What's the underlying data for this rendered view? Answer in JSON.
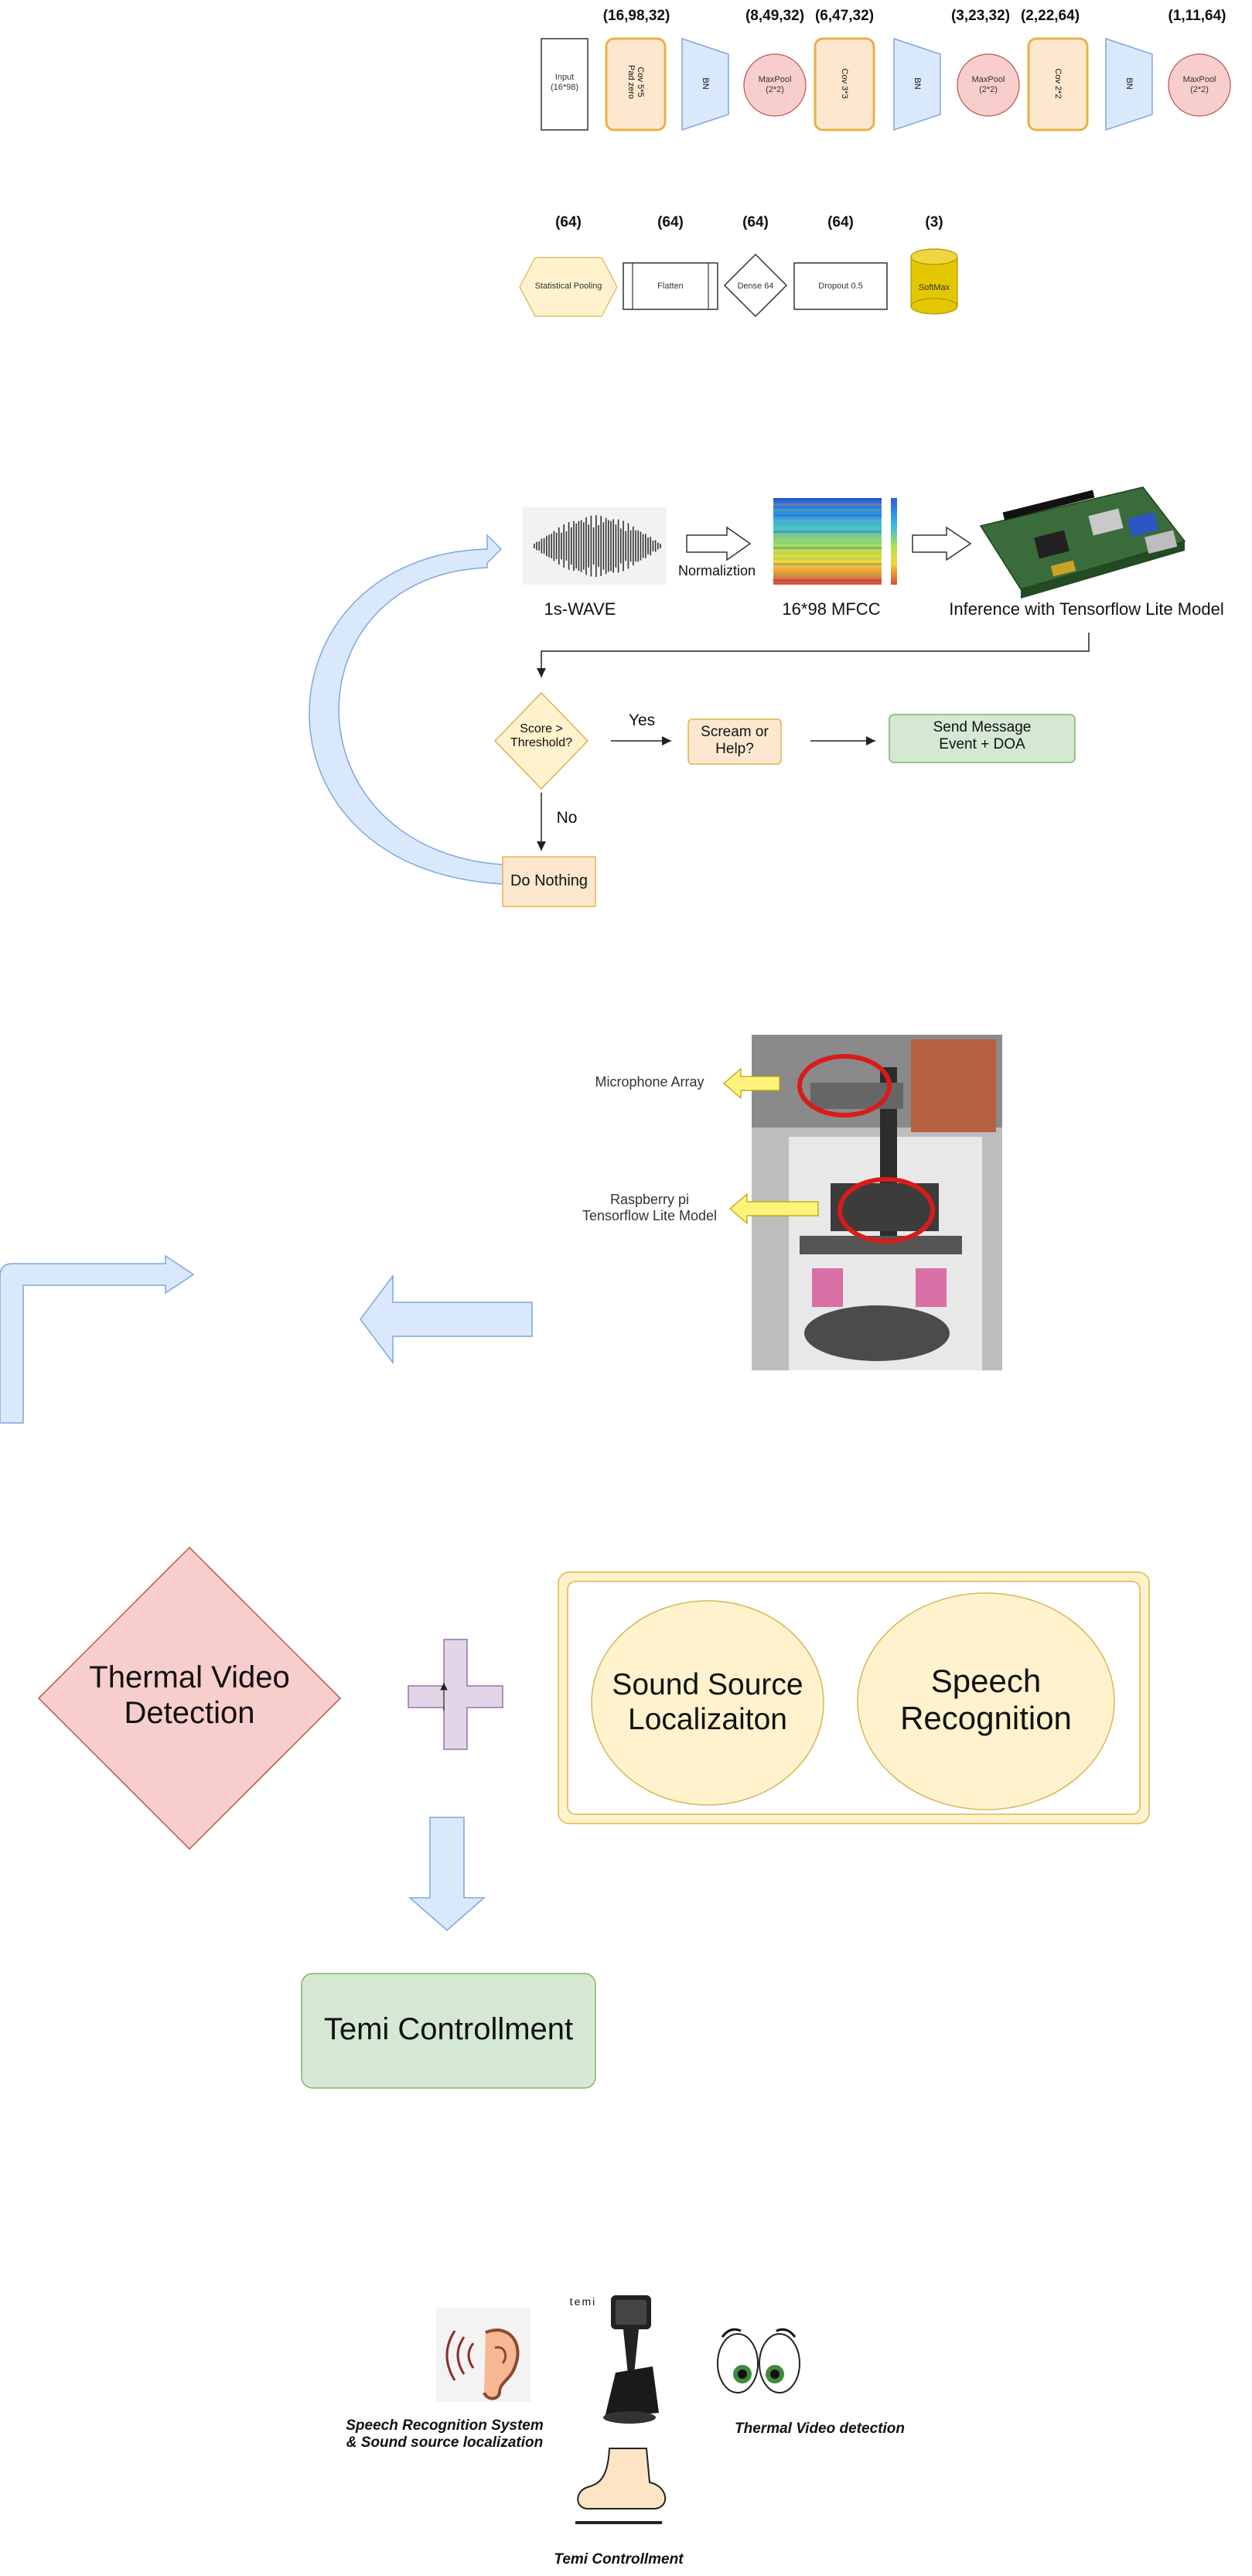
{
  "cnn": {
    "dims_top": [
      "(16,98,32)",
      "(8,49,32)",
      "(6,47,32)",
      "(3,23,32)",
      "(2,22,64)",
      "(1,11,64)"
    ],
    "input_label": "Input\n(16*98)",
    "conv1_label": "Cov 5*5\nPad zero",
    "bn_label": "BN",
    "maxpool_label": "MaxPool\n(2*2)",
    "conv2_label": "Cov 3*3",
    "conv3_label": "Cov 2*2",
    "dims_bottom": [
      "(64)",
      "(64)",
      "(64)",
      "(64)",
      "(3)"
    ],
    "stat_pool_label": "Statistical Pooling",
    "flatten_label": "Flatten",
    "dense_label": "Dense 64",
    "dropout_label": "Dropout 0.5",
    "softmax_label": "SoftMax"
  },
  "pipeline": {
    "wave_caption": "1s-WAVE",
    "normalization_label": "Normaliztion",
    "mfcc_caption": "16*98 MFCC",
    "inference_caption": "Inference with Tensorflow Lite Model",
    "decision_label": "Score >\nThreshold?",
    "yes_label": "Yes",
    "no_label": "No",
    "scream_label": "Scream or\nHelp?",
    "message_label": "Send Message\nEvent + DOA",
    "nothing_label": "Do Nothing"
  },
  "robot": {
    "mic_label": "Microphone Array",
    "rpi_label": "Raspberry pi\nTensorflow Lite Model"
  },
  "system": {
    "thermal_label": "Thermal Video\nDetection",
    "sound_label": "Sound Source\nLocalizaiton",
    "speech_label": "Speech\nRecognition",
    "temi_label": "Temi Controllment"
  },
  "bottom": {
    "temi_logo": "temi",
    "speech_caption": "Speech Recognition System\n& Sound source localization",
    "thermal_caption": "Thermal Video detection",
    "temi_caption": "Temi Controllment"
  },
  "colors": {
    "conv_fill": "#fde8cf",
    "conv_stroke": "#e6b24a",
    "bn_fill": "#dae8fc",
    "pool_fill": "#f8cecc",
    "softmax_fill": "#e3c800",
    "yellow_fill": "#fff2cc",
    "green_fill": "#d5e8d4"
  }
}
